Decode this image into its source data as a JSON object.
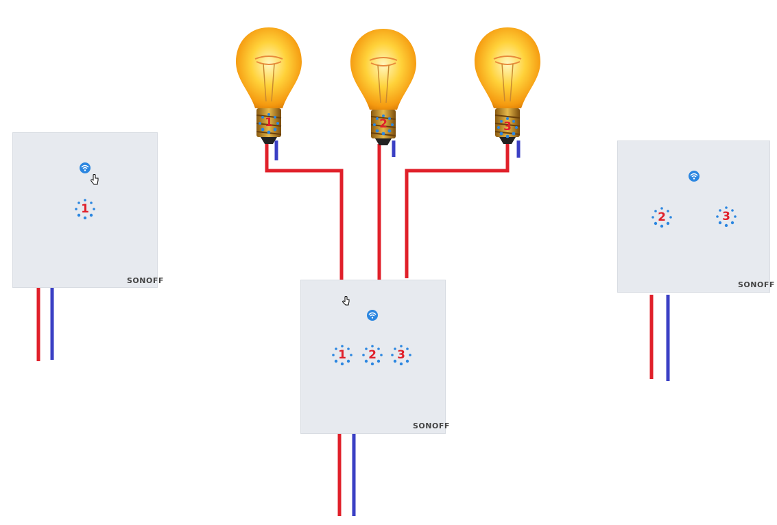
{
  "brand": "SONOFF",
  "bulbs": [
    {
      "label": "1"
    },
    {
      "label": "2"
    },
    {
      "label": "3"
    }
  ],
  "switches": {
    "left": {
      "buttons": [
        "1"
      ],
      "logo": "SONOFF"
    },
    "center": {
      "buttons": [
        "1",
        "2",
        "3"
      ],
      "logo": "SONOFF"
    },
    "right": {
      "buttons": [
        "2",
        "3"
      ],
      "logo": "SONOFF"
    }
  },
  "colors": {
    "live_wire": "#e0202a",
    "neutral_wire": "#3a3fc4",
    "wifi_icon": "#2b86e0",
    "touch_ring": "#2b86e0",
    "label": "#e0202a"
  }
}
